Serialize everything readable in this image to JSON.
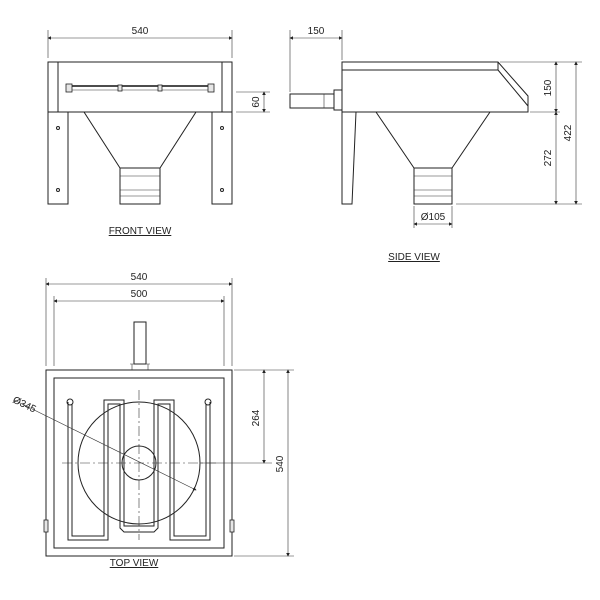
{
  "views": {
    "front": {
      "label": "FRONT VIEW",
      "dims": {
        "overall_width": "540",
        "rim_height": "60"
      }
    },
    "side": {
      "label": "SIDE VIEW",
      "dims": {
        "handle_length": "150",
        "top_height": "150",
        "overall_height": "422",
        "lower_height": "272",
        "outlet_diameter": "Ø105"
      }
    },
    "top": {
      "label": "TOP VIEW",
      "dims": {
        "overall_width": "540",
        "inner_width": "500",
        "bowl_diameter": "Ø345",
        "half_depth": "264",
        "overall_depth": "540"
      }
    }
  }
}
